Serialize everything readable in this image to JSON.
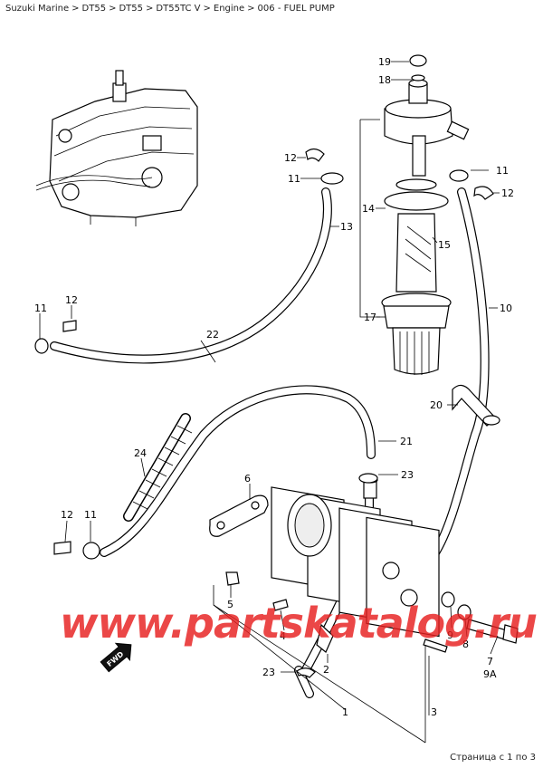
{
  "breadcrumb": {
    "items": [
      "Suzuki Marine",
      "DT55",
      "DT55",
      "DT55TC V",
      "Engine",
      "006 - FUEL PUMP"
    ],
    "separator": ">"
  },
  "diagram": {
    "callouts": [
      "19",
      "18",
      "12",
      "11",
      "11",
      "12",
      "14",
      "13",
      "15",
      "10",
      "11",
      "12",
      "22",
      "17",
      "20",
      "21",
      "24",
      "6",
      "23",
      "12",
      "11",
      "5",
      "4",
      "2",
      "9",
      "8",
      "7",
      "9A",
      "23",
      "1",
      "3"
    ],
    "fwd_label": "FWD"
  },
  "watermark": "www.partskatalog.ru",
  "footer": {
    "page_text": "Страница с 1 по 3"
  }
}
